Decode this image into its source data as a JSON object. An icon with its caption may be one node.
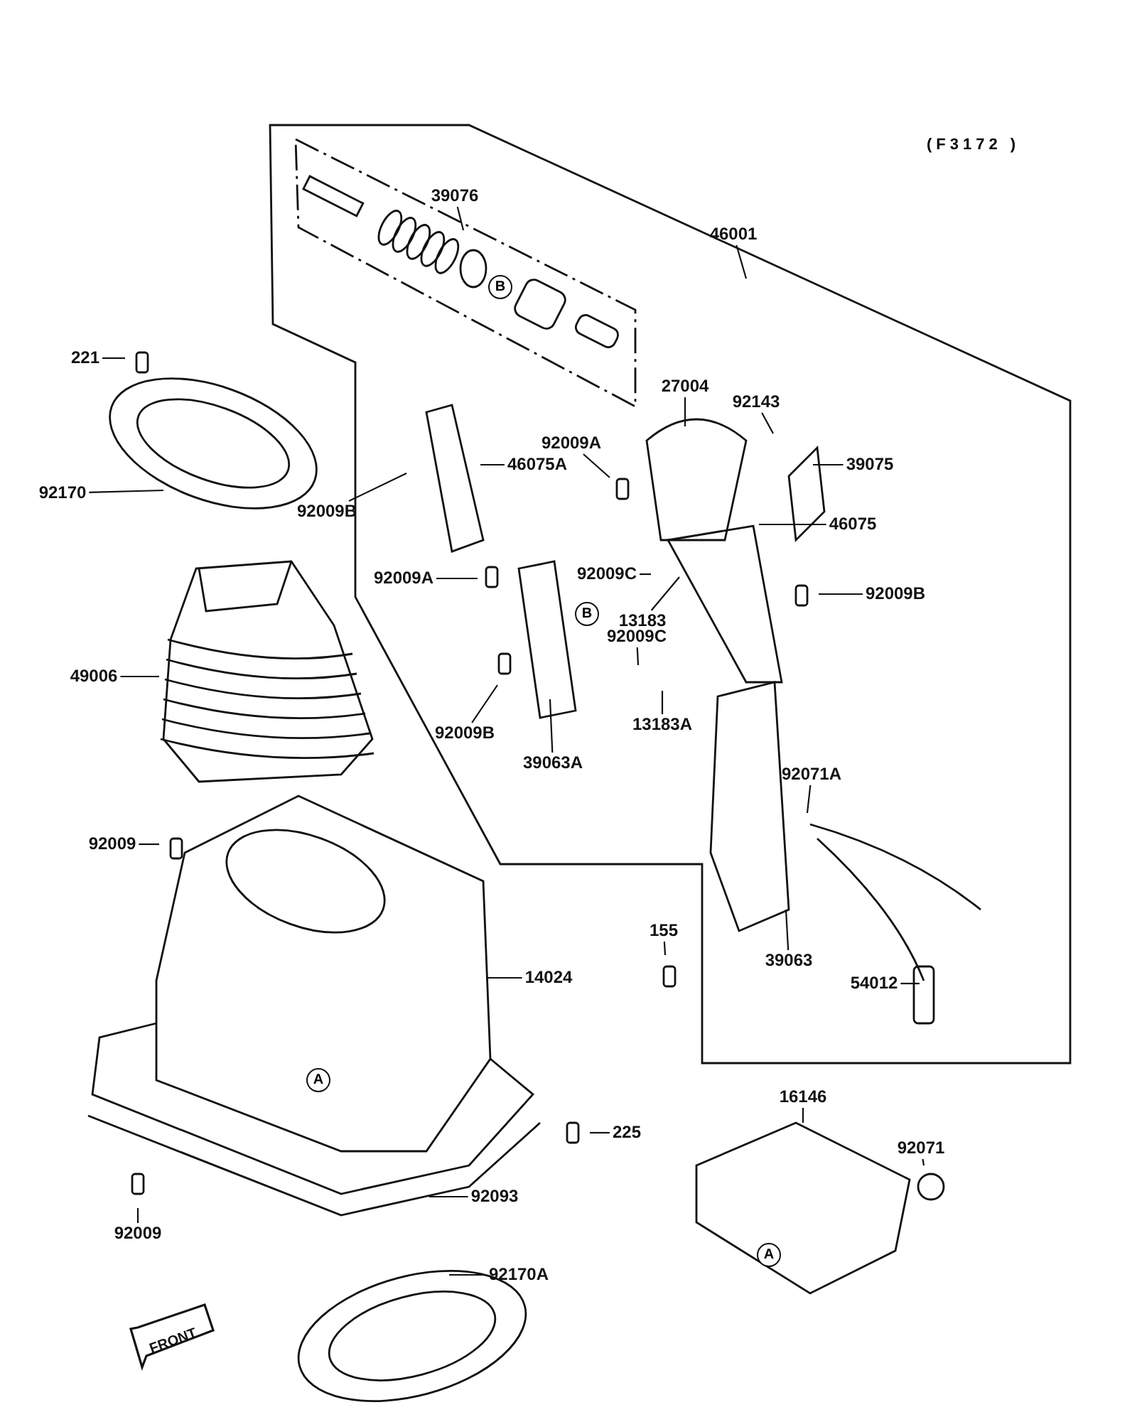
{
  "diagram": {
    "nodes": [
      {
        "text": [
          "39076"
        ]
      },
      {
        "text": [
          "46001"
        ]
      },
      {
        "text": [
          "221"
        ]
      },
      {
        "text": [
          "92170"
        ]
      },
      {
        "text": [
          "27004"
        ]
      },
      {
        "text": [
          "92143"
        ]
      },
      {
        "text": [
          "92009A"
        ]
      },
      {
        "text": [
          "46075A"
        ]
      },
      {
        "text": [
          "39075"
        ]
      },
      {
        "text": [
          "92009B"
        ]
      },
      {
        "text": [
          "46075"
        ]
      },
      {
        "text": [
          "92009A"
        ]
      },
      {
        "text": [
          "92009C"
        ]
      },
      {
        "text": [
          "92009B"
        ]
      },
      {
        "text": [
          "13183"
        ]
      },
      {
        "text": [
          "92009C"
        ]
      },
      {
        "text": [
          "49006"
        ]
      },
      {
        "text": [
          "92009B"
        ]
      },
      {
        "text": [
          "13183A"
        ]
      },
      {
        "text": [
          "39063A"
        ]
      },
      {
        "text": [
          "92071A"
        ]
      },
      {
        "text": [
          "92009"
        ]
      },
      {
        "text": [
          "155"
        ]
      },
      {
        "text": [
          "14024"
        ]
      },
      {
        "text": [
          "39063"
        ]
      },
      {
        "text": [
          "54012"
        ]
      },
      {
        "text": [
          "225"
        ]
      },
      {
        "text": [
          "16146"
        ]
      },
      {
        "text": [
          "92071"
        ]
      },
      {
        "text": [
          "92009"
        ]
      },
      {
        "text": [
          "92093"
        ]
      },
      {
        "text": [
          "92170A"
        ]
      }
    ],
    "edges": [
      {
        "from": 0,
        "to": null,
        "arrow": "none"
      },
      {
        "from": 1,
        "to": null,
        "arrow": "none"
      },
      {
        "from": 2,
        "to": null,
        "arrow": "none"
      },
      {
        "from": 3,
        "to": null,
        "arrow": "none"
      },
      {
        "from": 4,
        "to": null,
        "arrow": "none"
      },
      {
        "from": 5,
        "to": null,
        "arrow": "none"
      },
      {
        "from": 6,
        "to": null,
        "arrow": "none"
      },
      {
        "from": 7,
        "to": null,
        "arrow": "none"
      },
      {
        "from": 8,
        "to": null,
        "arrow": "none"
      },
      {
        "from": 9,
        "to": null,
        "arrow": "none"
      },
      {
        "from": 10,
        "to": null,
        "arrow": "none"
      },
      {
        "from": 11,
        "to": null,
        "arrow": "none"
      },
      {
        "from": 12,
        "to": null,
        "arrow": "none"
      },
      {
        "from": 13,
        "to": null,
        "arrow": "none"
      },
      {
        "from": 14,
        "to": null,
        "arrow": "none"
      },
      {
        "from": 15,
        "to": null,
        "arrow": "none"
      },
      {
        "from": 16,
        "to": null,
        "arrow": "none"
      },
      {
        "from": 17,
        "to": null,
        "arrow": "none"
      },
      {
        "from": 18,
        "to": null,
        "arrow": "none"
      },
      {
        "from": 19,
        "to": null,
        "arrow": "none"
      },
      {
        "from": 20,
        "to": null,
        "arrow": "none"
      },
      {
        "from": 21,
        "to": null,
        "arrow": "none"
      },
      {
        "from": 22,
        "to": null,
        "arrow": "none"
      },
      {
        "from": 23,
        "to": null,
        "arrow": "none"
      },
      {
        "from": 24,
        "to": null,
        "arrow": "none"
      },
      {
        "from": 25,
        "to": null,
        "arrow": "none"
      },
      {
        "from": 26,
        "to": null,
        "arrow": "none"
      },
      {
        "from": 27,
        "to": null,
        "arrow": "none"
      },
      {
        "from": 28,
        "to": null,
        "arrow": "none"
      },
      {
        "from": 29,
        "to": null,
        "arrow": "none"
      },
      {
        "from": 30,
        "to": null,
        "arrow": "none"
      },
      {
        "from": 31,
        "to": null,
        "arrow": "none"
      }
    ],
    "labels": [
      "(F3172 )",
      "B",
      "B",
      "A",
      "A",
      "FRONT"
    ]
  }
}
